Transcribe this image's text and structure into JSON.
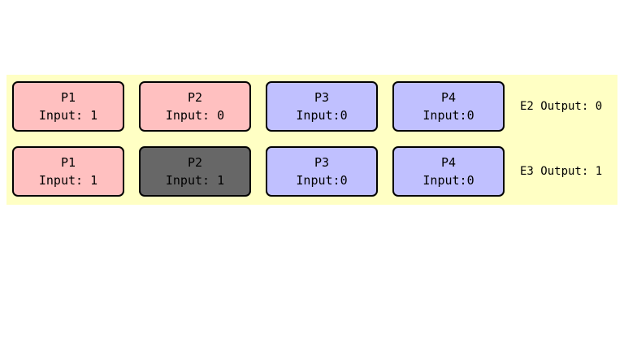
{
  "rows": [
    {
      "boxes": [
        {
          "name": "P1",
          "input": "Input: 1",
          "color": "#ffc0c0"
        },
        {
          "name": "P2",
          "input": "Input: 0",
          "color": "#ffc0c0"
        },
        {
          "name": "P3",
          "input": "Input:0",
          "color": "#c0c0ff"
        },
        {
          "name": "P4",
          "input": "Input:0",
          "color": "#c0c0ff"
        }
      ],
      "output": "E2 Output: 0"
    },
    {
      "boxes": [
        {
          "name": "P1",
          "input": "Input: 1",
          "color": "#ffc0c0"
        },
        {
          "name": "P2",
          "input": "Input: 1",
          "color": "#676767"
        },
        {
          "name": "P3",
          "input": "Input:0",
          "color": "#c0c0ff"
        },
        {
          "name": "P4",
          "input": "Input:0",
          "color": "#c0c0ff"
        }
      ],
      "output": "E3 Output: 1"
    }
  ],
  "colors": {
    "panel_background": "#ffffc4",
    "pink_box": "#ffc0c0",
    "blue_box": "#c0c0ff",
    "gray_box": "#676767"
  }
}
